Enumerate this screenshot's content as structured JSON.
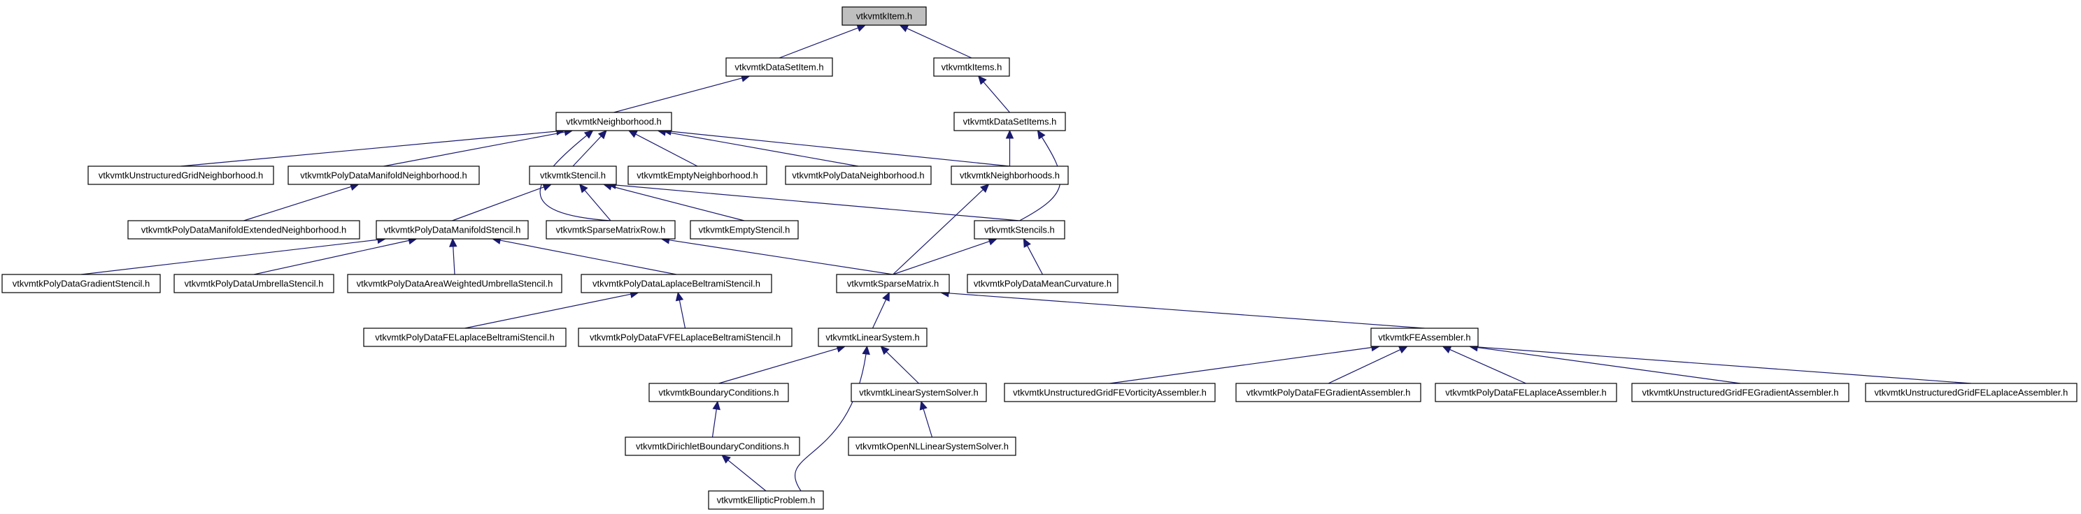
{
  "diagram": {
    "title": "",
    "nodes": [
      {
        "id": "item",
        "label": "vtkvmtkItem.h",
        "root": true
      },
      {
        "id": "dataSetItem",
        "label": "vtkvmtkDataSetItem.h"
      },
      {
        "id": "items",
        "label": "vtkvmtkItems.h"
      },
      {
        "id": "neighborhood",
        "label": "vtkvmtkNeighborhood.h"
      },
      {
        "id": "dataSetItems",
        "label": "vtkvmtkDataSetItems.h"
      },
      {
        "id": "ugNeighborhood",
        "label": "vtkvmtkUnstructuredGridNeighborhood.h"
      },
      {
        "id": "pdmNeighborhood",
        "label": "vtkvmtkPolyDataManifoldNeighborhood.h"
      },
      {
        "id": "stencil",
        "label": "vtkvmtkStencil.h"
      },
      {
        "id": "emptyNeighborhood",
        "label": "vtkvmtkEmptyNeighborhood.h"
      },
      {
        "id": "pdNeighborhood",
        "label": "vtkvmtkPolyDataNeighborhood.h"
      },
      {
        "id": "neighborhoods",
        "label": "vtkvmtkNeighborhoods.h"
      },
      {
        "id": "pdmExtNeighborhood",
        "label": "vtkvmtkPolyDataManifoldExtendedNeighborhood.h"
      },
      {
        "id": "pdmStencil",
        "label": "vtkvmtkPolyDataManifoldStencil.h"
      },
      {
        "id": "sparseRow",
        "label": "vtkvmtkSparseMatrixRow.h"
      },
      {
        "id": "emptyStencil",
        "label": "vtkvmtkEmptyStencil.h"
      },
      {
        "id": "stencils",
        "label": "vtkvmtkStencils.h"
      },
      {
        "id": "pdGradStencil",
        "label": "vtkvmtkPolyDataGradientStencil.h"
      },
      {
        "id": "pdUmbrella",
        "label": "vtkvmtkPolyDataUmbrellaStencil.h"
      },
      {
        "id": "pdAreaUmbrella",
        "label": "vtkvmtkPolyDataAreaWeightedUmbrellaStencil.h"
      },
      {
        "id": "pdLaplaceStencil",
        "label": "vtkvmtkPolyDataLaplaceBeltramiStencil.h"
      },
      {
        "id": "sparseMatrix",
        "label": "vtkvmtkSparseMatrix.h"
      },
      {
        "id": "meanCurvature",
        "label": "vtkvmtkPolyDataMeanCurvature.h"
      },
      {
        "id": "pdFELaplace",
        "label": "vtkvmtkPolyDataFELaplaceBeltramiStencil.h"
      },
      {
        "id": "pdFVFELaplace",
        "label": "vtkvmtkPolyDataFVFELaplaceBeltramiStencil.h"
      },
      {
        "id": "linearSystem",
        "label": "vtkvmtkLinearSystem.h"
      },
      {
        "id": "feAssembler",
        "label": "vtkvmtkFEAssembler.h"
      },
      {
        "id": "boundaryConditions",
        "label": "vtkvmtkBoundaryConditions.h"
      },
      {
        "id": "linearSolver",
        "label": "vtkvmtkLinearSystemSolver.h"
      },
      {
        "id": "ugFEVorticity",
        "label": "vtkvmtkUnstructuredGridFEVorticityAssembler.h"
      },
      {
        "id": "pdFEGradient",
        "label": "vtkvmtkPolyDataFEGradientAssembler.h"
      },
      {
        "id": "pdFELaplaceAsm",
        "label": "vtkvmtkPolyDataFELaplaceAssembler.h"
      },
      {
        "id": "ugFEGradient",
        "label": "vtkvmtkUnstructuredGridFEGradientAssembler.h"
      },
      {
        "id": "ugFELaplace",
        "label": "vtkvmtkUnstructuredGridFELaplaceAssembler.h"
      },
      {
        "id": "dirichlet",
        "label": "vtkvmtkDirichletBoundaryConditions.h"
      },
      {
        "id": "openNL",
        "label": "vtkvmtkOpenNLLinearSystemSolver.h"
      },
      {
        "id": "elliptic",
        "label": "vtkvmtkEllipticProblem.h"
      }
    ],
    "edges": [
      {
        "from": "dataSetItem",
        "to": "item"
      },
      {
        "from": "items",
        "to": "item"
      },
      {
        "from": "neighborhood",
        "to": "dataSetItem"
      },
      {
        "from": "dataSetItems",
        "to": "items"
      },
      {
        "from": "ugNeighborhood",
        "to": "neighborhood"
      },
      {
        "from": "pdmNeighborhood",
        "to": "neighborhood"
      },
      {
        "from": "stencil",
        "to": "neighborhood"
      },
      {
        "from": "emptyNeighborhood",
        "to": "neighborhood"
      },
      {
        "from": "pdNeighborhood",
        "to": "neighborhood"
      },
      {
        "from": "neighborhoods",
        "to": "neighborhood"
      },
      {
        "from": "sparseRow",
        "to": "neighborhood"
      },
      {
        "from": "neighborhoods",
        "to": "dataSetItems"
      },
      {
        "from": "stencils",
        "to": "dataSetItems"
      },
      {
        "from": "pdmExtNeighborhood",
        "to": "pdmNeighborhood"
      },
      {
        "from": "pdmStencil",
        "to": "stencil"
      },
      {
        "from": "sparseRow",
        "to": "stencil"
      },
      {
        "from": "emptyStencil",
        "to": "stencil"
      },
      {
        "from": "stencils",
        "to": "stencil"
      },
      {
        "from": "sparseMatrix",
        "to": "neighborhoods"
      },
      {
        "from": "pdGradStencil",
        "to": "pdmStencil"
      },
      {
        "from": "pdUmbrella",
        "to": "pdmStencil"
      },
      {
        "from": "pdAreaUmbrella",
        "to": "pdmStencil"
      },
      {
        "from": "pdLaplaceStencil",
        "to": "pdmStencil"
      },
      {
        "from": "sparseMatrix",
        "to": "sparseRow"
      },
      {
        "from": "sparseMatrix",
        "to": "stencils"
      },
      {
        "from": "meanCurvature",
        "to": "stencils"
      },
      {
        "from": "pdFELaplace",
        "to": "pdLaplaceStencil"
      },
      {
        "from": "pdFVFELaplace",
        "to": "pdLaplaceStencil"
      },
      {
        "from": "linearSystem",
        "to": "sparseMatrix"
      },
      {
        "from": "feAssembler",
        "to": "sparseMatrix"
      },
      {
        "from": "boundaryConditions",
        "to": "linearSystem"
      },
      {
        "from": "linearSolver",
        "to": "linearSystem"
      },
      {
        "from": "elliptic",
        "to": "linearSystem"
      },
      {
        "from": "ugFEVorticity",
        "to": "feAssembler"
      },
      {
        "from": "pdFEGradient",
        "to": "feAssembler"
      },
      {
        "from": "pdFELaplaceAsm",
        "to": "feAssembler"
      },
      {
        "from": "ugFEGradient",
        "to": "feAssembler"
      },
      {
        "from": "ugFELaplace",
        "to": "feAssembler"
      },
      {
        "from": "dirichlet",
        "to": "boundaryConditions"
      },
      {
        "from": "openNL",
        "to": "linearSolver"
      },
      {
        "from": "elliptic",
        "to": "dirichlet"
      }
    ],
    "colors": {
      "edge": "#191970",
      "root_fill": "#bfbfbf",
      "node_fill": "#ffffff",
      "border": "#000000"
    }
  }
}
